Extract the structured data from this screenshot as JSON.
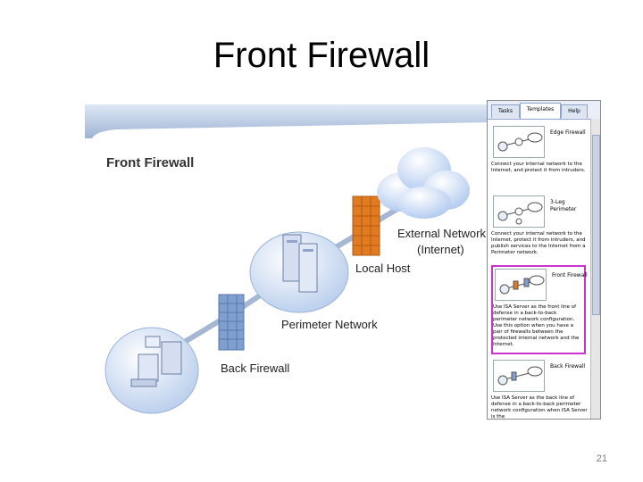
{
  "slide": {
    "title": "Front Firewall",
    "page_number": "21"
  },
  "diagram": {
    "heading": "Front Firewall",
    "labels": {
      "external_network": "External Network",
      "internet": "(Internet)",
      "local_host": "Local Host",
      "perimeter_network": "Perimeter Network",
      "back_firewall": "Back Firewall"
    },
    "colors": {
      "header_bar": "#b9c9e2",
      "node_fill": "#c7daf4",
      "cloud_fill": "#cfe0f8",
      "front_firewall": "#e07b22",
      "back_firewall": "#7f9fd0",
      "link": "#a6b7d4"
    }
  },
  "panel": {
    "tabs": [
      "Tasks",
      "Templates",
      "Help"
    ],
    "active_tab": "Templates",
    "items": [
      {
        "title": "Edge Firewall",
        "desc": "Connect your internal network to the Internet, and protect it from intruders.",
        "selected": false
      },
      {
        "title": "3-Leg Perimeter",
        "desc": "Connect your internal network to the Internet, protect it from intruders, and publish services to the Internet from a Perimeter network.",
        "selected": false
      },
      {
        "title": "Front Firewall",
        "desc": "Use ISA Server as the front line of defense in a back-to-back perimeter network configuration. Use this option when you have a pair of firewalls between the protected internal network and the Internet.",
        "selected": true
      },
      {
        "title": "Back Firewall",
        "desc": "Use ISA Server as the back line of defense in a back-to-back perimeter network configuration when ISA Server is the",
        "selected": false
      }
    ],
    "icon_names": [
      "network-template-icon",
      "network-template-icon",
      "network-template-icon",
      "network-template-icon"
    ],
    "highlight_color": "#cc33cc"
  }
}
